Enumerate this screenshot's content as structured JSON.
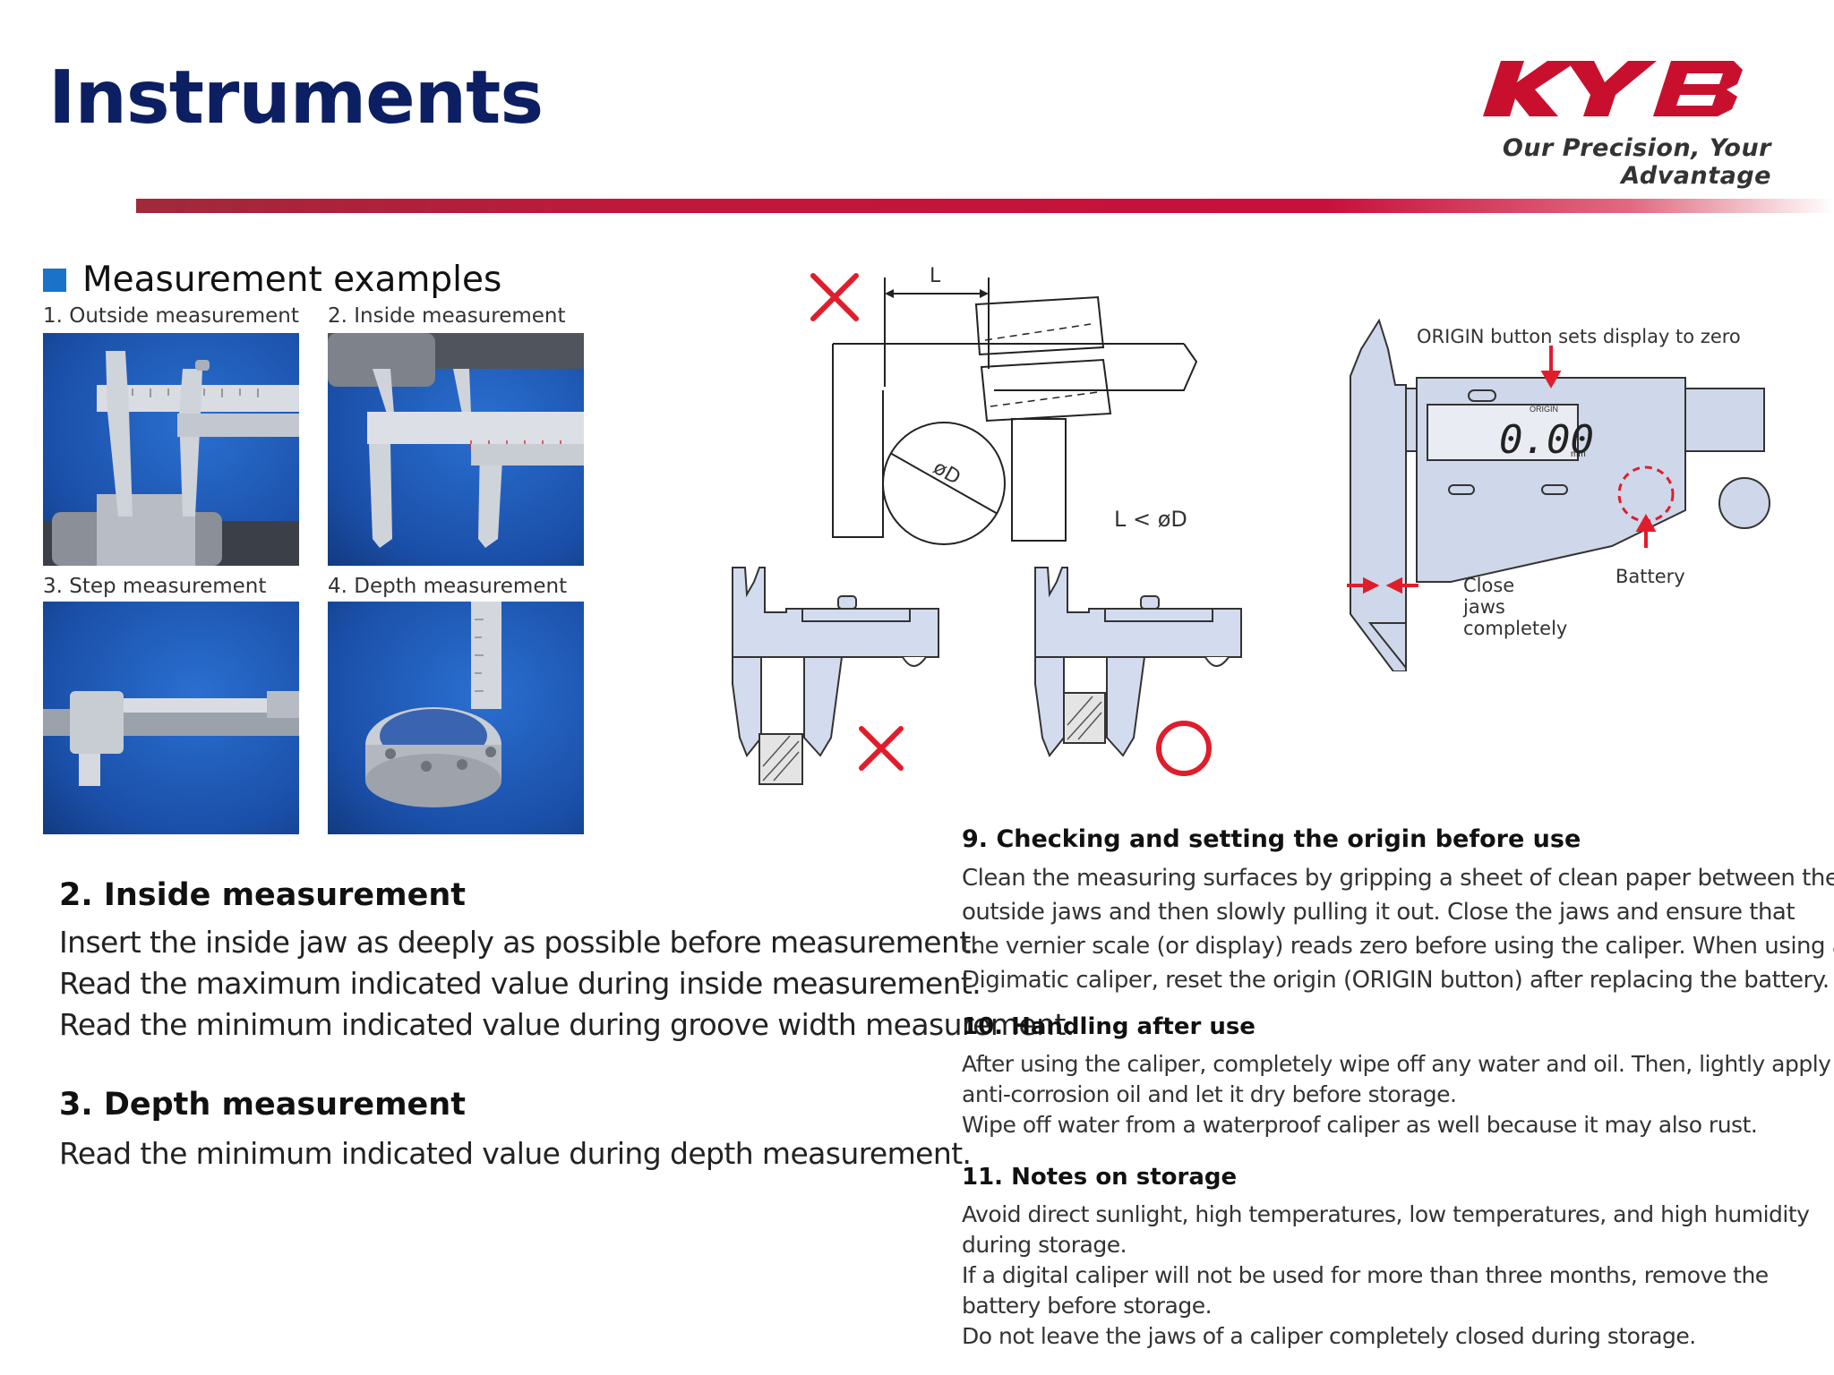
{
  "header": {
    "title": "Instruments",
    "logo_text": "KYB",
    "tagline": "Our Precision, Your Advantage",
    "brand_color": "#c8102e",
    "title_color": "#0d1f63"
  },
  "examples": {
    "heading": "Measurement examples",
    "photos": [
      {
        "label": "1. Outside measurement"
      },
      {
        "label": "2. Inside measurement"
      },
      {
        "label": "3. Step measurement"
      },
      {
        "label": "4. Depth measurement"
      }
    ]
  },
  "diagram_jaw": {
    "length_label": "L",
    "diameter_label": "øD",
    "condition_label": "L < øD"
  },
  "diagram_digital": {
    "origin_note": "ORIGIN button sets display to zero",
    "display_value": "0.00",
    "display_unit": "mm",
    "button_label": "ORIGIN",
    "battery_label": "Battery",
    "close_jaws_label": "Close jaws completely"
  },
  "notes_left": {
    "inside": {
      "heading": "2. Inside measurement",
      "lines": [
        "Insert the inside jaw as deeply as possible before measurement.",
        "Read the maximum indicated value during inside measurement.",
        "Read the minimum indicated value during groove width measurement."
      ]
    },
    "depth": {
      "heading": "3. Depth measurement",
      "lines": [
        "Read the minimum indicated value during depth measurement."
      ]
    }
  },
  "notes_right": {
    "origin": {
      "heading": "9. Checking and setting the origin before use",
      "lines": [
        "Clean the measuring surfaces by gripping a sheet of clean paper between the",
        "outside jaws and then slowly pulling it out. Close the jaws and ensure that",
        "the vernier scale (or display) reads zero before using the caliper. When using a",
        "Digimatic caliper, reset the origin (ORIGIN button) after replacing the battery."
      ]
    },
    "handling": {
      "heading": "10. Handling after use",
      "lines": [
        "After using the caliper, completely wipe off any water and oil. Then, lightly apply",
        "anti-corrosion oil and let it dry before storage.",
        "Wipe off water from a waterproof caliper as well because it may also rust."
      ]
    },
    "storage": {
      "heading": "11. Notes on storage",
      "lines": [
        "Avoid direct sunlight, high temperatures, low temperatures, and high humidity",
        "during storage.",
        "If a digital caliper will not be used for more than three months, remove the",
        "battery before storage.",
        "Do not leave the jaws of a caliper completely closed during storage."
      ]
    }
  }
}
